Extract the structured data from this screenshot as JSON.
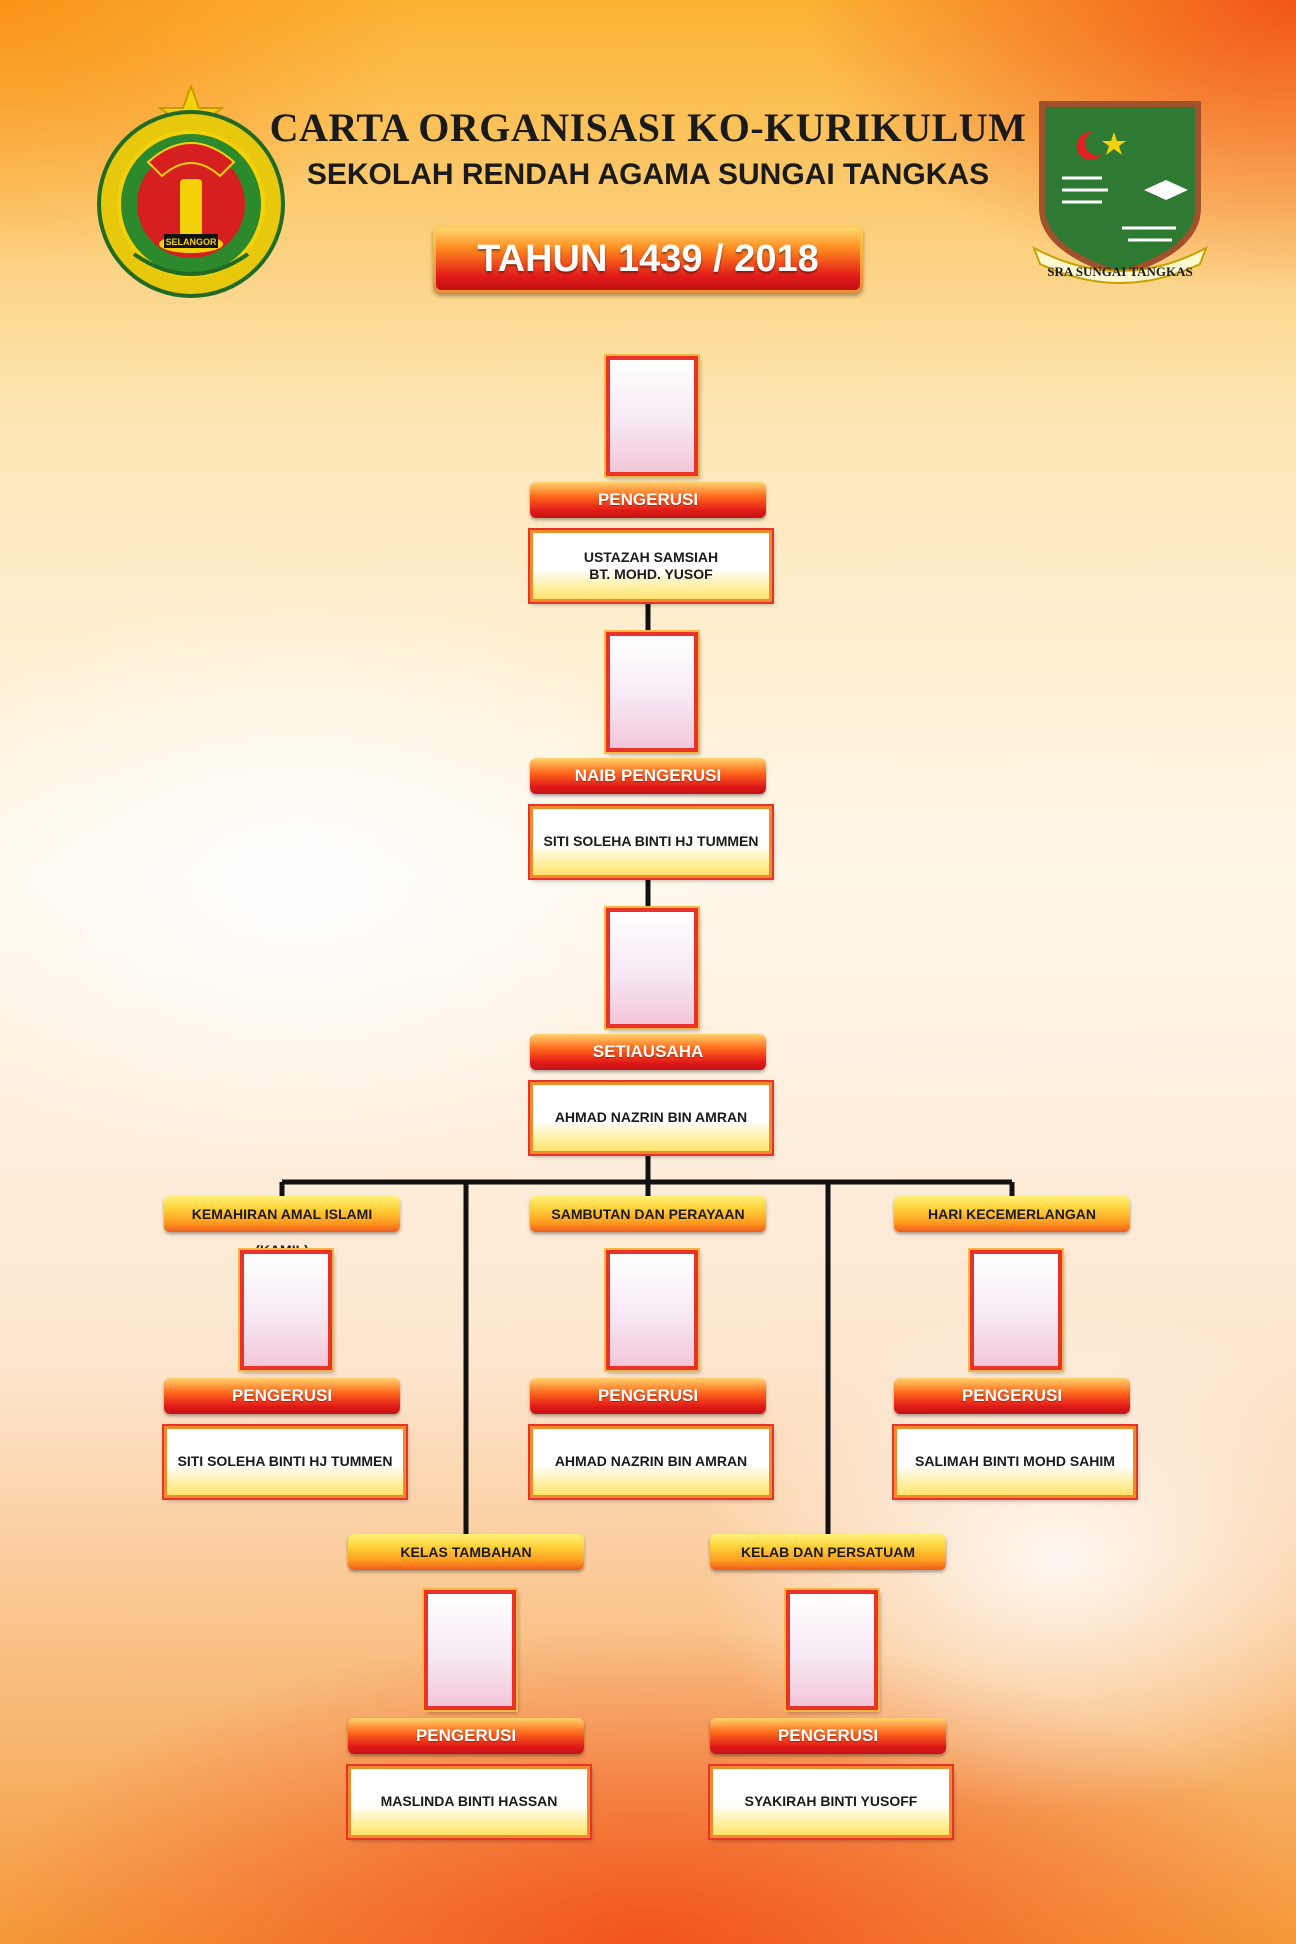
{
  "header": {
    "title": "CARTA ORGANISASI KO-KURIKULUM",
    "subtitle": "SEKOLAH RENDAH AGAMA SUNGAI TANGKAS",
    "year": "TAHUN 1439 / 2018"
  },
  "logos": {
    "left": {
      "icon": "state-crest-emblem-icon",
      "ribbon_text": "SELANGOR"
    },
    "right": {
      "icon": "school-shield-crest-icon",
      "ribbon_text": "SRA SUNGAI TANGKAS"
    }
  },
  "colors": {
    "role_banner": "#e01919",
    "category_banner": "#ffc72a",
    "photo_border": "#e8322a",
    "connector": "#111111"
  },
  "chart": {
    "chairman": {
      "role": "PENGERUSI",
      "name": "USTAZAH  SAMSIAH\nBT. MOHD. YUSOF"
    },
    "vice_chairman": {
      "role": "NAIB PENGERUSI",
      "name": "SITI SOLEHA BINTI HJ TUMMEN"
    },
    "secretary": {
      "role": "SETIAUSAHA",
      "name": "AHMAD NAZRIN BIN AMRAN"
    },
    "units": [
      {
        "category": "KEMAHIRAN AMAL ISLAMI (KAMIL)",
        "role": "PENGERUSI",
        "name": "SITI SOLEHA BINTI HJ TUMMEN"
      },
      {
        "category": "SAMBUTAN DAN PERAYAAN",
        "role": "PENGERUSI",
        "name": "AHMAD NAZRIN BIN AMRAN"
      },
      {
        "category": "HARI KECEMERLANGAN",
        "role": "PENGERUSI",
        "name": "SALIMAH BINTI MOHD SAHIM"
      },
      {
        "category": "KELAS TAMBAHAN",
        "role": "PENGERUSI",
        "name": "MASLINDA BINTI HASSAN"
      },
      {
        "category": "KELAB DAN PERSATUAM",
        "role": "PENGERUSI",
        "name": "SYAKIRAH BINTI  YUSOFF"
      }
    ]
  }
}
